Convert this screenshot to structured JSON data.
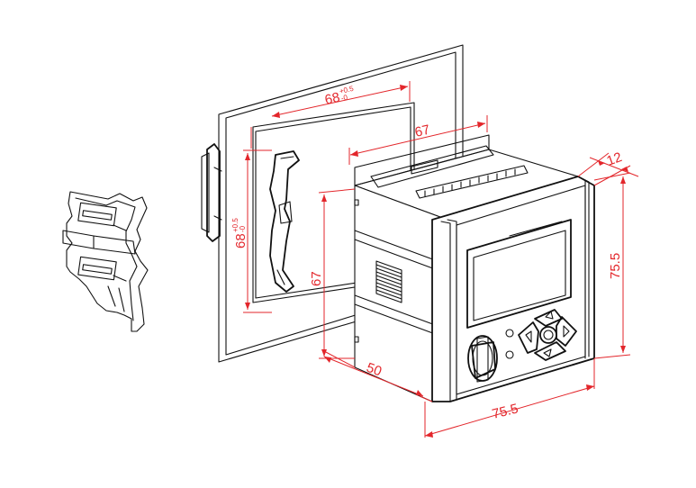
{
  "dimensions": {
    "cutout_width": {
      "value": "68",
      "tolerance_upper": "+0.5",
      "tolerance_lower": "-0"
    },
    "cutout_height": {
      "value": "68",
      "tolerance_upper": "+0.5",
      "tolerance_lower": "-0"
    },
    "body_width": "67",
    "front_thickness": "12",
    "front_height": "75.5",
    "body_height": "67",
    "depth": "50",
    "front_width": "75.5"
  },
  "colors": {
    "dimension": "#e3262b",
    "outline": "#111111"
  }
}
